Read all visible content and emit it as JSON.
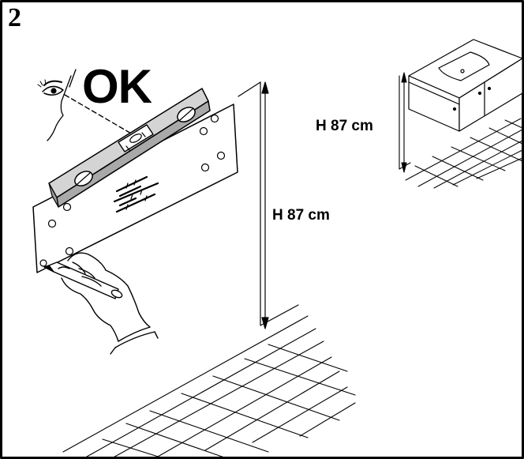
{
  "step": {
    "number": "2"
  },
  "level_check": {
    "label": "OK"
  },
  "heights": {
    "wall_height": "H 87 cm",
    "cabinet_height": "H 87 cm"
  },
  "icons": [
    "eye-icon",
    "spirit-level-icon",
    "template-board",
    "hand-with-pencil-icon",
    "floor-tiles",
    "vanity-cabinet-icon",
    "dimension-arrow"
  ],
  "colors": {
    "line": "#000000",
    "level_fill": "#bdbdbd",
    "background": "#ffffff"
  }
}
